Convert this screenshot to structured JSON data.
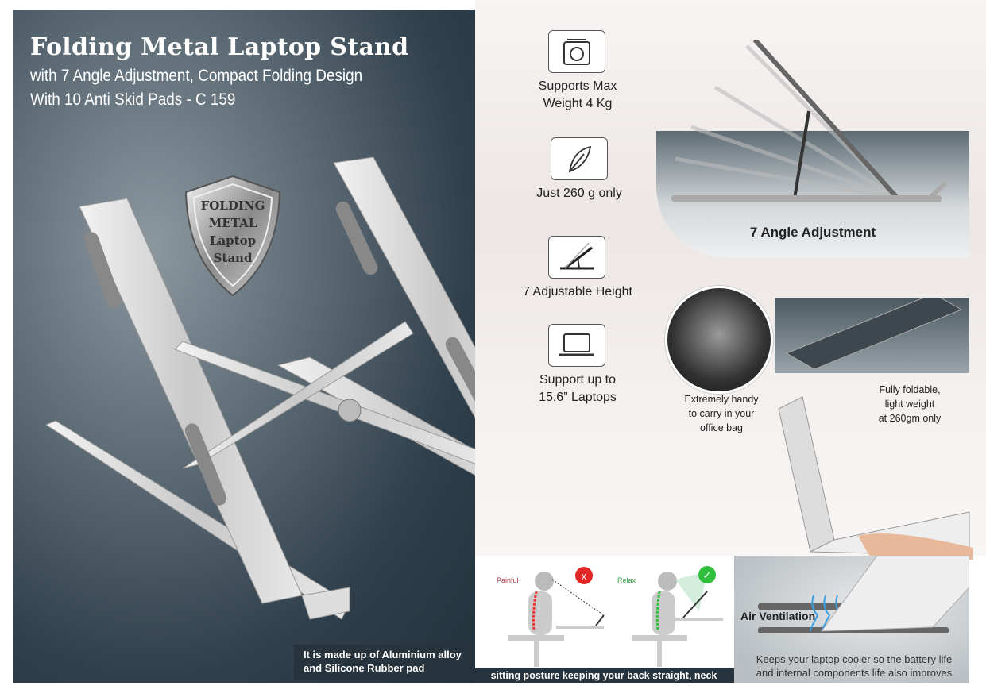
{
  "header": {
    "title": "Folding Metal Laptop Stand",
    "subtitle_line1": "with 7 Angle Adjustment, Compact Folding Design",
    "subtitle_line2": "With 10 Anti Skid Pads - C 159"
  },
  "badge": {
    "line1": "FOLDING",
    "line2": "METAL",
    "line3": "Laptop",
    "line4": "Stand"
  },
  "material_caption": {
    "line1": "It is made up of Aluminium alloy",
    "line2": "and Silicone Rubber pad"
  },
  "features": [
    {
      "icon": "scale-icon",
      "line1": "Supports Max",
      "line2": "Weight 4 Kg"
    },
    {
      "icon": "feather-icon",
      "line1": "Just 260 g only",
      "line2": ""
    },
    {
      "icon": "angle-icon",
      "line1": "7 Adjustable Height",
      "line2": ""
    },
    {
      "icon": "laptop-icon",
      "line1": "Support up to",
      "line2": "15.6” Laptops"
    }
  ],
  "angle_panel": {
    "label": "7 Angle Adjustment"
  },
  "bag": {
    "line1": "Extremely handy",
    "line2": "to carry in your",
    "line3": "office bag"
  },
  "foldable": {
    "line1": "Fully foldable,",
    "line2": "light weight",
    "line3": "at 260gm only"
  },
  "posture": {
    "painful": "Painful",
    "relax": "Relax",
    "caption": "sitting posture keeping your back straight, neck relaxed"
  },
  "ventilation": {
    "label": "Air Ventilation",
    "line1": "Keeps your laptop cooler so the battery life",
    "line2": "and internal components life also improves"
  },
  "colors": {
    "panel_dark": "#27343d",
    "bad": "#e32626",
    "good": "#2fbf3a",
    "airflow": "#3aa0e0"
  }
}
